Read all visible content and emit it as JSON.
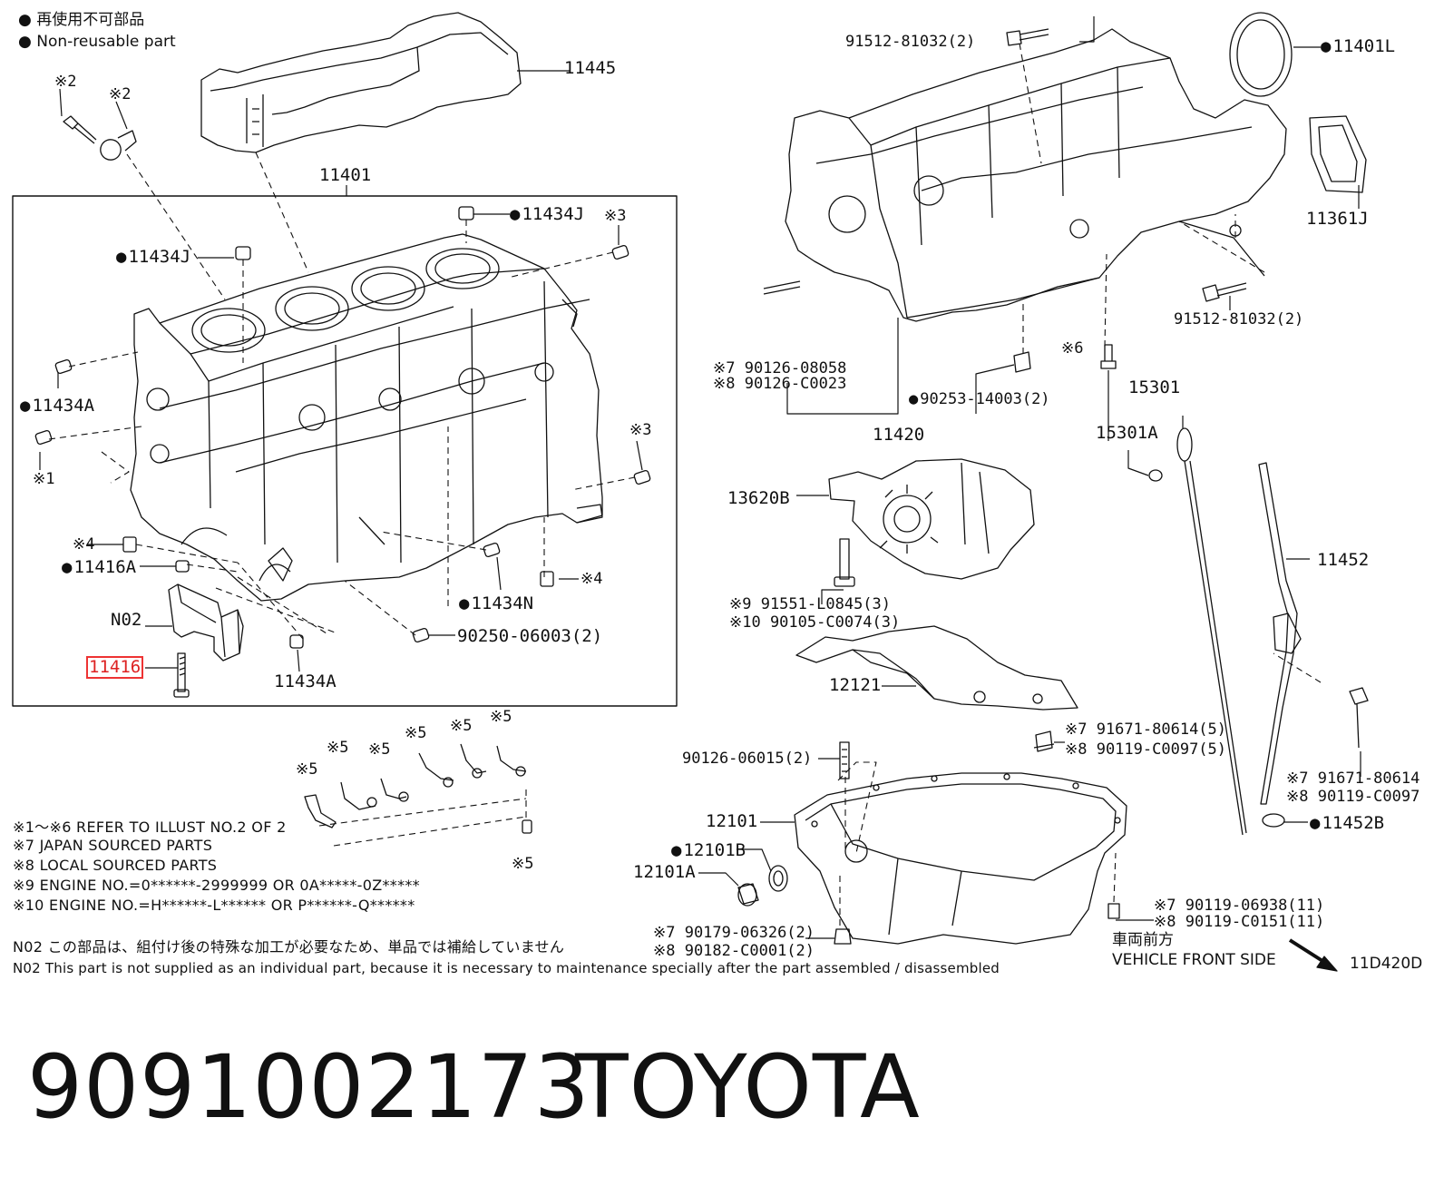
{
  "legend": {
    "jp": "再使用不可部品",
    "en": "Non-reusable part"
  },
  "labels": {
    "p11445": "11445",
    "p11401": "11401",
    "p11434J_a": "11434J",
    "p11434J_b": "11434J",
    "p11434A_a": "11434A",
    "p11434A_b": "11434A",
    "p11434N": "11434N",
    "p11416A": "11416A",
    "n02": "N02",
    "p11416": "11416",
    "p90250": "90250-06003(2)",
    "m1": "※1",
    "m2a": "※2",
    "m2b": "※2",
    "m3a": "※3",
    "m3b": "※3",
    "m4a": "※4",
    "m4b": "※4",
    "m5a": "※5",
    "m5b": "※5",
    "m5c": "※5",
    "m5d": "※5",
    "m5e": "※5",
    "m5f": "※5",
    "m5g": "※5",
    "p91512_top": "91512-81032(2)",
    "p11401L": "11401L",
    "p11361J": "11361J",
    "p91512_right": "91512-81032(2)",
    "m6": "※6",
    "p90126_08058": "※7 90126-08058",
    "p90126_C0023": "※8 90126-C0023",
    "p90253": "90253-14003(2)",
    "p11420": "11420",
    "p15301": "15301",
    "p15301A": "15301A",
    "p13620B": "13620B",
    "p91551": "※9  91551-L0845(3)",
    "p90105": "※10 90105-C0074(3)",
    "p11452": "11452",
    "p12121": "12121",
    "p91671_5": "※7 91671-80614(5)",
    "p90119_5": "※8 90119-C0097(5)",
    "p90126_06015": "90126-06015(2)",
    "p91671_r": "※7 91671-80614",
    "p90119_r": "※8 90119-C0097",
    "p12101": "12101",
    "p11452B": "11452B",
    "p12101B": "12101B",
    "p12101A": "12101A",
    "p90119_06938": "※7  90119-06938(11)",
    "p90119_C0151": "※8  90119-C0151(11)",
    "p90179": "※7 90179-06326(2)",
    "p90182": "※8 90182-C0001(2)",
    "front_jp": "車両前方",
    "front_en": "VEHICLE FRONT SIDE",
    "illus_code": "11D420D"
  },
  "notes": [
    "※1～※6  REFER TO ILLUST NO.2 OF 2",
    "※7 JAPAN SOURCED PARTS",
    "※8 LOCAL SOURCED PARTS",
    "※9 ENGINE NO.=0******-2999999 OR 0A*****-0Z*****",
    "※10 ENGINE NO.=H******-L****** OR P******-Q******"
  ],
  "n02_note": {
    "jp": "N02  この部品は、組付け後の特殊な加工が必要なため、単品では補給していません",
    "en": "N02  This part is not supplied as an individual part, because it is necessary to maintenance specially after the part assembled / disassembled"
  },
  "footer": {
    "part_number": "9091002173",
    "brand": "TOYOTA"
  },
  "colors": {
    "line": "#111111",
    "highlight": "#e33333"
  }
}
